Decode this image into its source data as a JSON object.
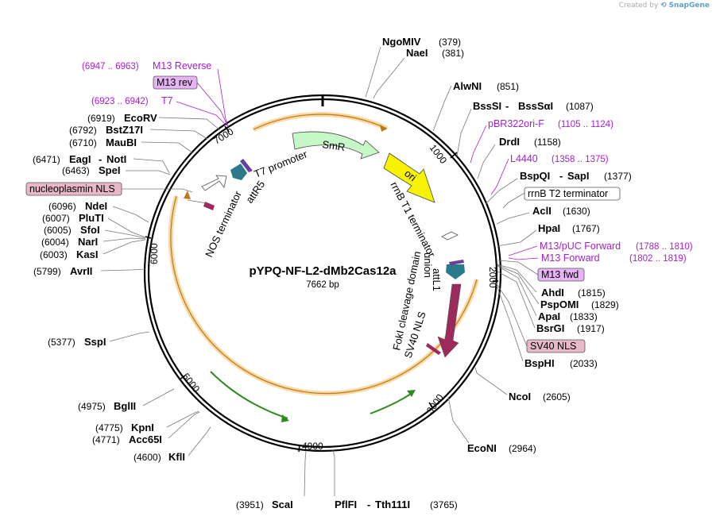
{
  "branding": {
    "created_by": "Created by",
    "app": "SnapGene"
  },
  "plasmid": {
    "name": "pYPQ-NF-L2-dMb2Cas12a",
    "size": "7662 bp"
  },
  "ticks": [
    "1000",
    "2000",
    "3000",
    "4000",
    "5000",
    "6000",
    "7000"
  ],
  "sites": [
    {
      "name": "NgoMIV",
      "pos": "(379)"
    },
    {
      "name": "NaeI",
      "pos": "(381)"
    },
    {
      "name": "AlwNI",
      "pos": "(851)"
    },
    {
      "name": "BssSI",
      "name2": "BssSαI",
      "pos": "(1087)"
    },
    {
      "name": "DrdI",
      "pos": "(1158)"
    },
    {
      "name": "BspQI",
      "name2": "SapI",
      "pos": "(1377)"
    },
    {
      "name": "AclI",
      "pos": "(1630)"
    },
    {
      "name": "HpaI",
      "pos": "(1767)"
    },
    {
      "name": "AhdI",
      "pos": "(1815)"
    },
    {
      "name": "PspOMI",
      "pos": "(1829)"
    },
    {
      "name": "ApaI",
      "pos": "(1833)"
    },
    {
      "name": "BsrGI",
      "pos": "(1917)"
    },
    {
      "name": "BspHI",
      "pos": "(2033)"
    },
    {
      "name": "NcoI",
      "pos": "(2605)"
    },
    {
      "name": "EcoNI",
      "pos": "(2964)"
    },
    {
      "name": "PflFI",
      "name2": "Tth111I",
      "pos": "(3765)"
    },
    {
      "name": "ScaI",
      "pos": "(3951)"
    },
    {
      "name": "KflI",
      "pos": "(4600)"
    },
    {
      "name": "Acc65I",
      "pos": "(4771)"
    },
    {
      "name": "KpnI",
      "pos": "(4775)"
    },
    {
      "name": "BglII",
      "pos": "(4975)"
    },
    {
      "name": "SspI",
      "pos": "(5377)"
    },
    {
      "name": "AvrII",
      "pos": "(5799)"
    },
    {
      "name": "KasI",
      "pos": "(6003)"
    },
    {
      "name": "NarI",
      "pos": "(6004)"
    },
    {
      "name": "SfoI",
      "pos": "(6005)"
    },
    {
      "name": "PluTI",
      "pos": "(6007)"
    },
    {
      "name": "NdeI",
      "pos": "(6096)"
    },
    {
      "name": "SpeI",
      "pos": "(6463)"
    },
    {
      "name": "EagI",
      "name2": "NotI",
      "pos": "(6471)"
    },
    {
      "name": "MauBI",
      "pos": "(6710)"
    },
    {
      "name": "BstZ17I",
      "pos": "(6792)"
    },
    {
      "name": "EcoRV",
      "pos": "(6919)"
    }
  ],
  "primers": [
    {
      "name": "M13 Reverse",
      "pos": "(6947 .. 6963)"
    },
    {
      "name": "T7",
      "pos": "(6923 .. 6942)"
    },
    {
      "name": "pBR322ori-F",
      "pos": "(1105 .. 1124)"
    },
    {
      "name": "L4440",
      "pos": "(1358 .. 1375)"
    },
    {
      "name": "M13/pUC Forward",
      "pos": "(1788 .. 1810)"
    },
    {
      "name": "M13 Forward",
      "pos": "(1802 .. 1819)"
    }
  ],
  "boxed": {
    "m13rev": "M13 rev",
    "nucleoplasmin": "nucleoplasmin NLS",
    "rrnb_t2": "rrnB T2 terminator",
    "m13fwd": "M13 fwd",
    "sv40": "SV40 NLS"
  },
  "features": {
    "smr": "SmR",
    "ori": "ori",
    "rrnb_t1": "rrnB T1 terminator",
    "attl1": "attL1",
    "union": "union",
    "foki": "FokI cleavage domain",
    "sv40": "SV40 NLS",
    "t7prom": "T7 promoter",
    "attr5": "attR5",
    "nos": "NOS terminator"
  },
  "colors": {
    "backbone": "#000000",
    "orf_glow": "#f7c87a",
    "orf_line": "#b77a1e",
    "smr": "#c6f7c6",
    "ori": "#f7f200",
    "nls": "#9c2a5c",
    "attsite": "#2a7a8c",
    "primer": "#a41fd1",
    "box_pink": "#e8b8c8",
    "box_purple": "#e6b3f5"
  }
}
